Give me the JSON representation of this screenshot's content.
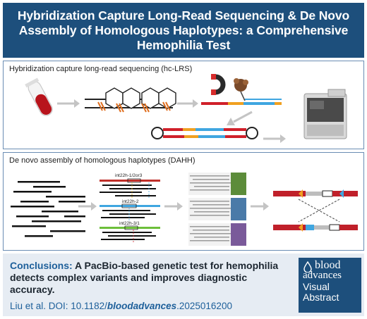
{
  "header": {
    "title_lines": [
      "Hybridization Capture Long-Read Sequencing & De Novo",
      "Assembly of Homologous Haplotypes: a Comprehensive",
      "Hemophilia Test"
    ]
  },
  "panel_hclrs": {
    "label": "Hybridization capture long-read sequencing (hc-LRS)"
  },
  "panel_dahh": {
    "label": "De novo assembly of homologous haplotypes (DAHH)",
    "loci": [
      "int22h-1/2or3",
      "int22h-2",
      "int22h-3/1"
    ]
  },
  "conclusions": {
    "label": "Conclusions:",
    "text": " A PacBio-based genetic test for hemophilia detects complex variants and improves diagnostic accuracy."
  },
  "citation": {
    "prefix": "Liu et al. DOI: 10.1182/",
    "journal": "bloodadvances",
    "suffix": ".2025016200"
  },
  "logo": {
    "lines": [
      "blood",
      "advances",
      "Visual",
      "Abstract"
    ]
  },
  "colors": {
    "brand_blue": "#1d4f7c",
    "panel_border": "#6a8db3",
    "conclusion_bg": "#e6ecf3",
    "accent_blue": "#1d5f9a",
    "dna_red": "#d0202a",
    "dna_orange": "#f0a020",
    "dna_blue": "#3fa6e0"
  }
}
